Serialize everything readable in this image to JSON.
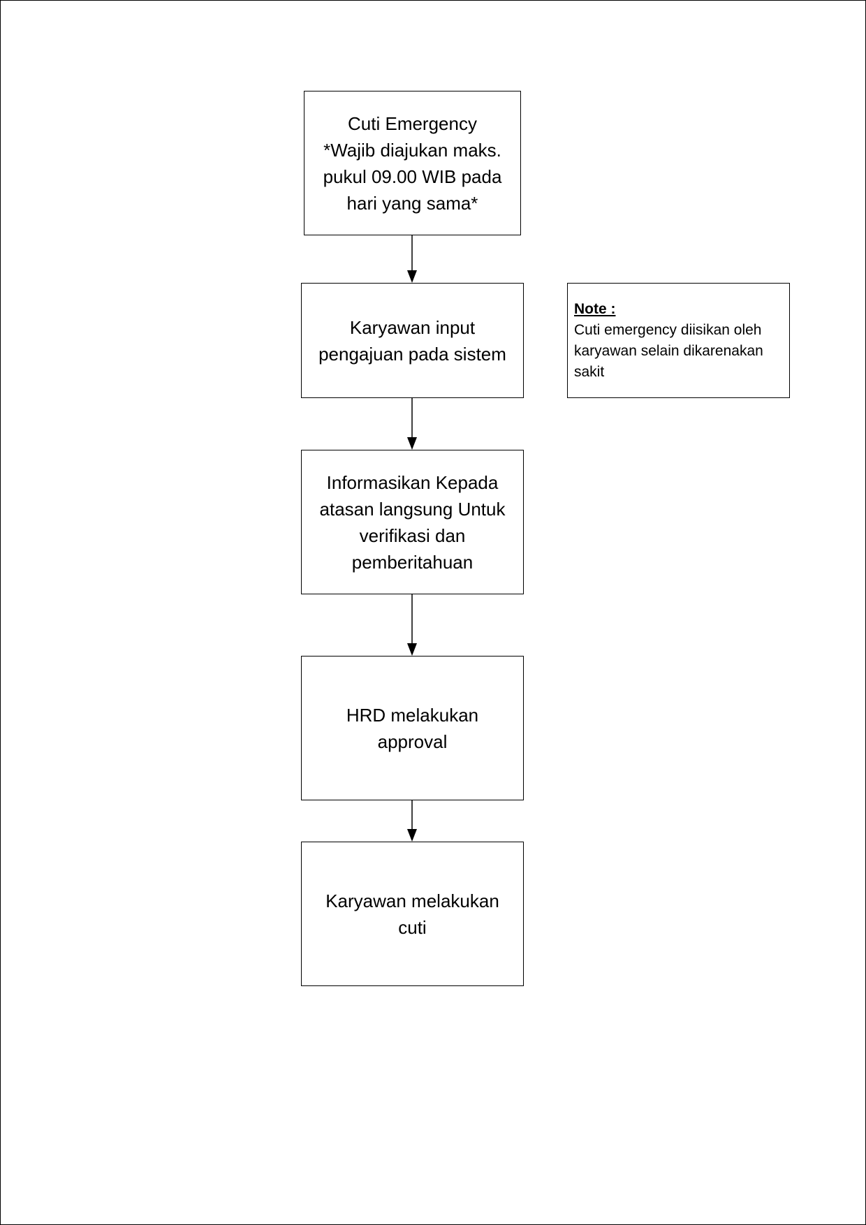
{
  "flowchart": {
    "steps": [
      {
        "label": "Cuti Emergency\n*Wajib diajukan maks.\npukul 09.00 WIB pada\nhari yang sama*"
      },
      {
        "label": "Karyawan input\npengajuan pada sistem"
      },
      {
        "label": "Informasikan Kepada\natasan langsung Untuk\nverifikasi dan\npemberitahuan"
      },
      {
        "label": "HRD melakukan\napproval"
      },
      {
        "label": "Karyawan melakukan\ncuti"
      }
    ],
    "note": {
      "title": "Note :",
      "body": "Cuti emergency diisikan oleh\nkaryawan selain dikarenakan\nsakit"
    }
  }
}
